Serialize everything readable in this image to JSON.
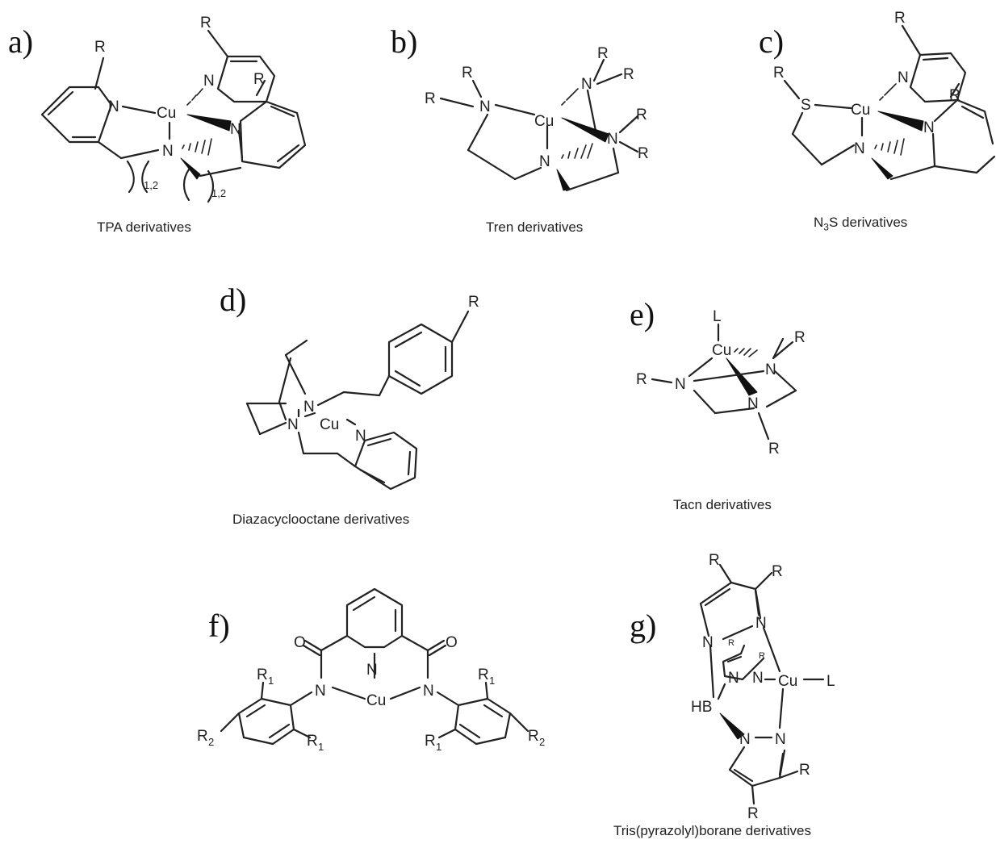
{
  "panels": [
    {
      "id": "a",
      "label": "a)",
      "caption": "TPA derivatives"
    },
    {
      "id": "b",
      "label": "b)",
      "caption": "Tren derivatives"
    },
    {
      "id": "c",
      "label": "c)",
      "caption_pre": "N",
      "caption_sub": "3",
      "caption_post": "S derivatives"
    },
    {
      "id": "d",
      "label": "d)",
      "caption": "Diazacyclooctane derivatives"
    },
    {
      "id": "e",
      "label": "e)",
      "caption": "Tacn derivatives"
    },
    {
      "id": "f",
      "label": "f)",
      "caption": ""
    },
    {
      "id": "g",
      "label": "g)",
      "caption": "Tris(pyrazolyl)borane derivatives"
    }
  ],
  "atoms": {
    "cu": "Cu",
    "n": "N",
    "r": "R",
    "s": "S",
    "o": "O",
    "l": "L",
    "hb": "HB",
    "r1": "R",
    "r2": "R",
    "one": "1",
    "two": "2",
    "range": "1,2"
  }
}
